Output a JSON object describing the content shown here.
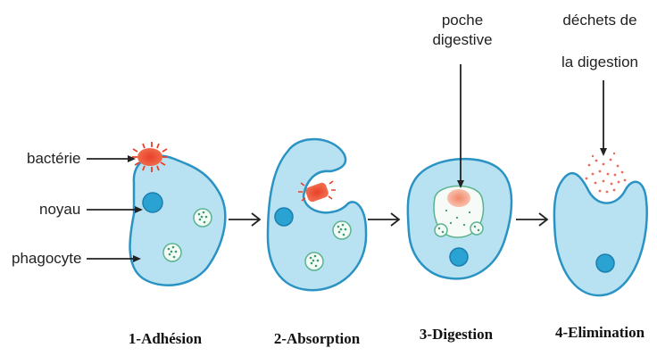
{
  "side_labels": {
    "bacterie": "bactérie",
    "noyau": "noyau",
    "phagocyte": "phagocyte"
  },
  "top_labels": {
    "poche_line1": "poche",
    "poche_line2": "digestive",
    "dechets_line1": "déchets de",
    "dechets_line2": "la digestion"
  },
  "steps": [
    "1-Adhésion",
    "2-Absorption",
    "3-Digestion",
    "4-Elimination"
  ],
  "colors": {
    "cell_fill": "#b8e2f2",
    "cell_stroke": "#2a93c4",
    "nucleus": "#2aa3d3",
    "bacterium": "#e8402a",
    "digestive_pouch": "#f3a58f"
  }
}
